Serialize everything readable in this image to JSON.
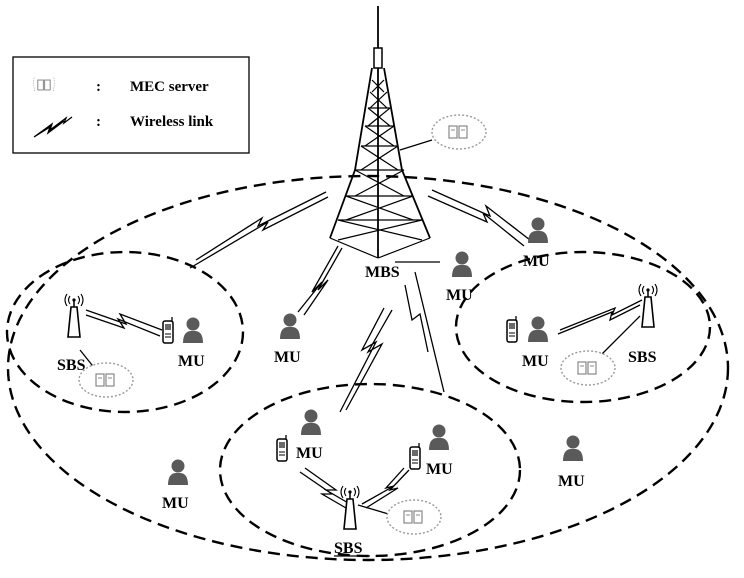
{
  "legend": {
    "items": [
      {
        "icon": "mec-server-icon",
        "separator": ":",
        "label": "MEC server"
      },
      {
        "icon": "wireless-link-icon",
        "separator": ":",
        "label": "Wireless link"
      }
    ]
  },
  "nodes": {
    "mbs_label": "MBS",
    "sbs_left_label": "SBS",
    "sbs_right_label": "SBS",
    "sbs_bottom_label": "SBS",
    "mu_label": "MU"
  },
  "colors": {
    "line": "#000000",
    "user_fill": "#555555",
    "server_cloud": "#9a9a9a"
  }
}
